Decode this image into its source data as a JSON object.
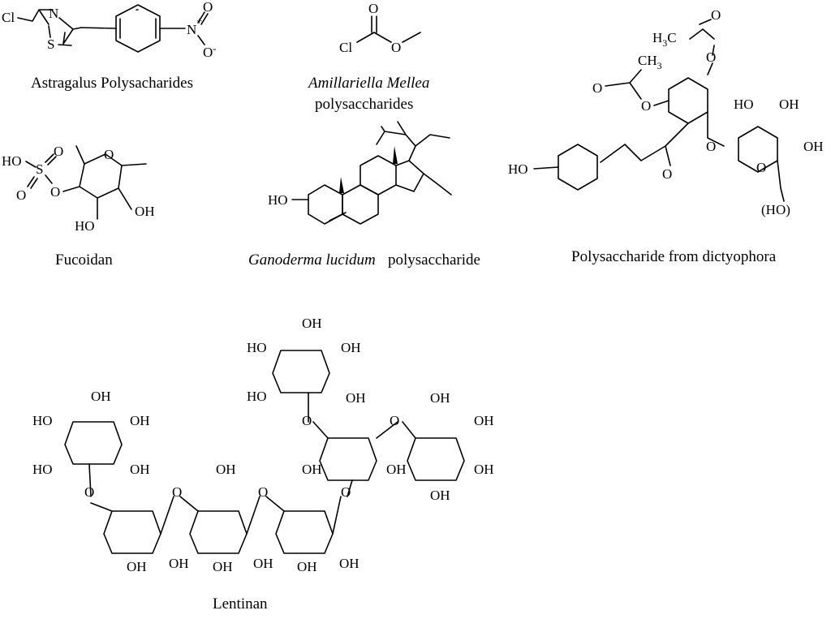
{
  "figure": {
    "astragalus": {
      "caption": "Astragalus Polysacharides",
      "atoms": {
        "cl": "Cl",
        "n": "N",
        "s": "S",
        "nplus": "N",
        "plus": "+",
        "o_up": "O",
        "o_down": "O",
        "minus": "-"
      }
    },
    "amillariella": {
      "caption_italic": "Amillariella Mellea",
      "caption_line2": "polysaccharides",
      "atoms": {
        "o_carbonyl": "O",
        "cl": "Cl",
        "o_ester": "O"
      }
    },
    "dictyophora": {
      "caption": "Polysaccharide from dictyophora",
      "atoms": {
        "h3c": "H",
        "h3c_sub": "3",
        "h3c_c": "C",
        "ch3": "CH",
        "ch3_sub": "3",
        "o": "O",
        "oh": "OH",
        "ho": "HO",
        "hooh": "(HO)"
      }
    },
    "fucoidan": {
      "caption": "Fucoidan",
      "atoms": {
        "ho": "HO",
        "s": "S",
        "o": "O",
        "oh": "OH"
      }
    },
    "ganoderma": {
      "caption_italic": "Ganoderma lucidum",
      "caption_rest": " polysaccharide",
      "atoms": {
        "ho": "HO"
      }
    },
    "lentinan": {
      "caption": "Lentinan",
      "atoms": {
        "oh": "OH",
        "ho": "HO",
        "o": "O"
      }
    }
  }
}
